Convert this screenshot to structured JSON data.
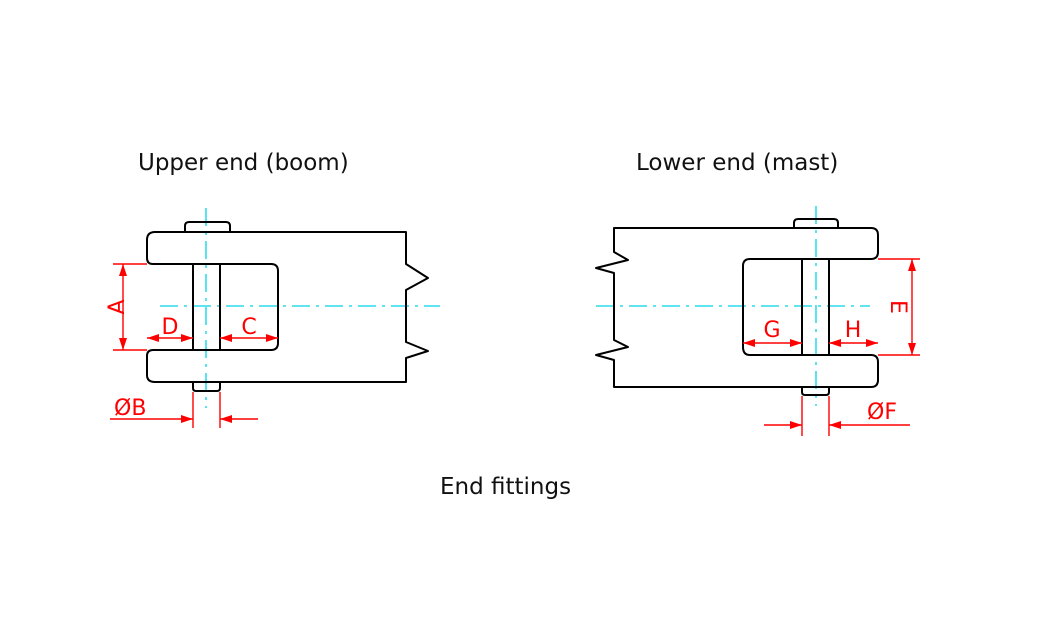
{
  "titles": {
    "upper": "Upper end (boom)",
    "lower": "Lower end (mast)",
    "caption": "End fittings"
  },
  "labels": {
    "A": "A",
    "B": "ØB",
    "C": "C",
    "D": "D",
    "E": "E",
    "F": "ØF",
    "G": "G",
    "H": "H"
  },
  "colors": {
    "outline": "#000000",
    "centerline": "#00d4e8",
    "dimension": "#ff0000"
  }
}
